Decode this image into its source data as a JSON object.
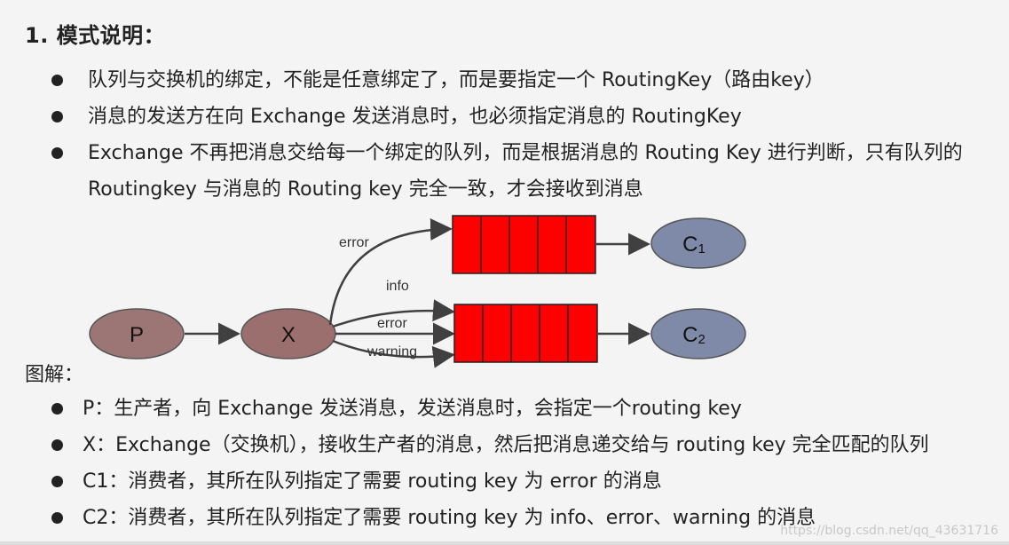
{
  "heading": "1. 模式说明：",
  "bullets": [
    "队列与交换机的绑定，不能是任意绑定了，而是要指定一个 RoutingKey（路由key）",
    "消息的发送方在向 Exchange 发送消息时，也必须指定消息的 RoutingKey",
    "Exchange 不再把消息交给每一个绑定的队列，而是根据消息的 Routing Key 进行判断，只有队列的",
    "Routingkey 与消息的 Routing key 完全一致，才会接收到消息"
  ],
  "diagram": {
    "producer_label": "P",
    "exchange_label": "X",
    "consumer1_label": "C",
    "consumer1_sub": "1",
    "consumer2_label": "C",
    "consumer2_sub": "2",
    "edge_error_top": "error",
    "edge_info": "info",
    "edge_error_mid": "error",
    "edge_warning": "warning",
    "colors": {
      "producer_fill": "#9b7674",
      "exchange_fill": "#9b6f6d",
      "consumer_fill": "#7e8aa8",
      "queue_fill": "#ff0000",
      "arrow": "#404040"
    }
  },
  "legend_title": "图解：",
  "legend": [
    "P：生产者，向 Exchange 发送消息，发送消息时，会指定一个routing key",
    "X：Exchange（交换机），接收生产者的消息，然后把消息递交给与 routing key 完全匹配的队列",
    "C1：消费者，其所在队列指定了需要 routing key 为 error 的消息",
    "C2：消费者，其所在队列指定了需要 routing key 为 info、error、warning 的消息"
  ],
  "watermark": "https://blog.csdn.net/qq_43631716"
}
